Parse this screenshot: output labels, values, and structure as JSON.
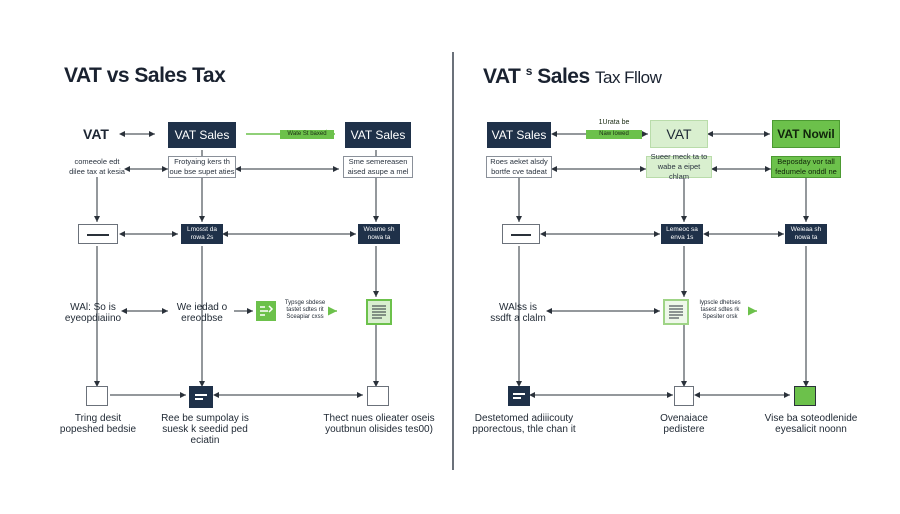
{
  "left": {
    "title": "VAT vs Sales Tax",
    "vat_label": "VAT",
    "vat_sales_1": "VAT Sales",
    "vat_sales_2": "VAT Sales",
    "arrow_pill": "Wate St baxed",
    "desc_a": [
      "comeeole edt",
      "dilee tax at kesia"
    ],
    "desc_b": [
      "Frotyaing kers th",
      "oue bse supet aties"
    ],
    "desc_c": [
      "Sme semereasen",
      "aised asupe a mel"
    ],
    "node_mid": [
      "Lmosst da",
      "rowa 2s"
    ],
    "node_right": [
      "Woame sh",
      "nowa ta"
    ],
    "row3_left": [
      "WAl: So is",
      "eyeopdiaiino"
    ],
    "row3_mid": [
      "We iedad o",
      "ereodbse"
    ],
    "row3_green": [
      "Typsge sbdese",
      "tastet sdtes rit",
      "Sceapiar cxss"
    ],
    "bottom_left": [
      "Tring desit",
      "popeshed bedsie"
    ],
    "bottom_mid": [
      "Ree be sumpolay is",
      "suesk k seedid ped eciatin"
    ],
    "bottom_right": [
      "Thect nues olieater oseis",
      "youtbnun olisides tes00)"
    ]
  },
  "right": {
    "title_a": "VAT",
    "title_s": "s",
    "title_b": "Sales",
    "title_c": "Tax Fllow",
    "vat_sales": "VAT Sales",
    "top_pill_1": "1Urata be",
    "top_pill_2": "Naw Iowed",
    "vat_mid": "VAT",
    "vat_nowil": "VAT Nowil",
    "desc_a": [
      "Roes aeket alsdy",
      "bortfe cve tadeat"
    ],
    "desc_b": [
      "Sueer meck ta to",
      "wabe a eipet chlam"
    ],
    "desc_c": [
      "Beposday vor tall",
      "fedumele onddl ne"
    ],
    "node_mid": [
      "Lemeoc sa",
      "enva 1s"
    ],
    "node_right": [
      "Weieaa sh",
      "nowa ta"
    ],
    "row3_left": [
      "WAlss is",
      "ssdft a clalm"
    ],
    "row3_green": [
      "Iypscle dhetses",
      "tasest sdtes rk",
      "Spesiter orsk"
    ],
    "bottom_left": [
      "Destetomed adiiicouty",
      "pporectous, thle chan it"
    ],
    "bottom_mid": [
      "Ovenaiace",
      "pedistere"
    ],
    "bottom_right": [
      "Vise ba soteodlenide",
      "eyesalicit noonn"
    ]
  },
  "colors": {
    "navy": "#1f3149",
    "green": "#6cc14b",
    "light_green": "#d9efcf",
    "line": "#2a313a"
  }
}
